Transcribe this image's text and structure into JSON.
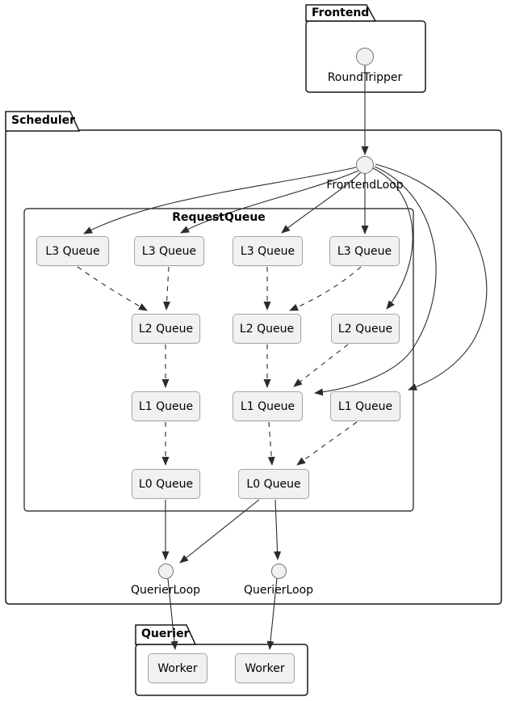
{
  "packages": {
    "frontend": "Frontend",
    "scheduler": "Scheduler",
    "request_queue": "RequestQueue",
    "querier": "Querier"
  },
  "interfaces": {
    "round_tripper": "RoundTripper",
    "frontend_loop": "FrontendLoop",
    "querier_loop_1": "QuerierLoop",
    "querier_loop_2": "QuerierLoop"
  },
  "queues": {
    "l3": [
      "L3 Queue",
      "L3 Queue",
      "L3 Queue",
      "L3 Queue"
    ],
    "l2": [
      "L2 Queue",
      "L2 Queue",
      "L2 Queue"
    ],
    "l1": [
      "L1 Queue",
      "L1 Queue",
      "L1 Queue"
    ],
    "l0": [
      "L0 Queue",
      "L0 Queue"
    ]
  },
  "workers": [
    "Worker",
    "Worker"
  ],
  "colors": {
    "node_fill": "#F1F1F1",
    "node_border": "#A6A6A6",
    "circle_border": "#737373",
    "line": "#2B2B2B",
    "package_border": "#181818"
  },
  "edges": [
    {
      "from": "RoundTripper",
      "to": "FrontendLoop",
      "style": "solid"
    },
    {
      "from": "FrontendLoop",
      "to": "L3 Queue 1",
      "style": "solid"
    },
    {
      "from": "FrontendLoop",
      "to": "L3 Queue 2",
      "style": "solid"
    },
    {
      "from": "FrontendLoop",
      "to": "L3 Queue 3",
      "style": "solid"
    },
    {
      "from": "FrontendLoop",
      "to": "L3 Queue 4",
      "style": "solid"
    },
    {
      "from": "FrontendLoop",
      "to": "L2 Queue 3",
      "style": "solid"
    },
    {
      "from": "FrontendLoop",
      "to": "L1 Queue 2",
      "style": "solid"
    },
    {
      "from": "FrontendLoop",
      "to": "L1 Queue 3",
      "style": "solid"
    },
    {
      "from": "L3 Queue 1",
      "to": "L2 Queue 1",
      "style": "dashed"
    },
    {
      "from": "L3 Queue 2",
      "to": "L2 Queue 1",
      "style": "dashed"
    },
    {
      "from": "L3 Queue 3",
      "to": "L2 Queue 2",
      "style": "dashed"
    },
    {
      "from": "L3 Queue 4",
      "to": "L2 Queue 2",
      "style": "dashed"
    },
    {
      "from": "L2 Queue 1",
      "to": "L1 Queue 1",
      "style": "dashed"
    },
    {
      "from": "L2 Queue 2",
      "to": "L1 Queue 2",
      "style": "dashed"
    },
    {
      "from": "L2 Queue 3",
      "to": "L1 Queue 2",
      "style": "dashed"
    },
    {
      "from": "L1 Queue 1",
      "to": "L0 Queue 1",
      "style": "dashed"
    },
    {
      "from": "L1 Queue 2",
      "to": "L0 Queue 2",
      "style": "dashed"
    },
    {
      "from": "L1 Queue 3",
      "to": "L0 Queue 2",
      "style": "dashed"
    },
    {
      "from": "L0 Queue 1",
      "to": "QuerierLoop 1",
      "style": "solid"
    },
    {
      "from": "L0 Queue 2",
      "to": "QuerierLoop 1",
      "style": "solid"
    },
    {
      "from": "L0 Queue 2",
      "to": "QuerierLoop 2",
      "style": "solid"
    },
    {
      "from": "QuerierLoop 1",
      "to": "Worker 1",
      "style": "solid"
    },
    {
      "from": "QuerierLoop 2",
      "to": "Worker 2",
      "style": "solid"
    }
  ]
}
